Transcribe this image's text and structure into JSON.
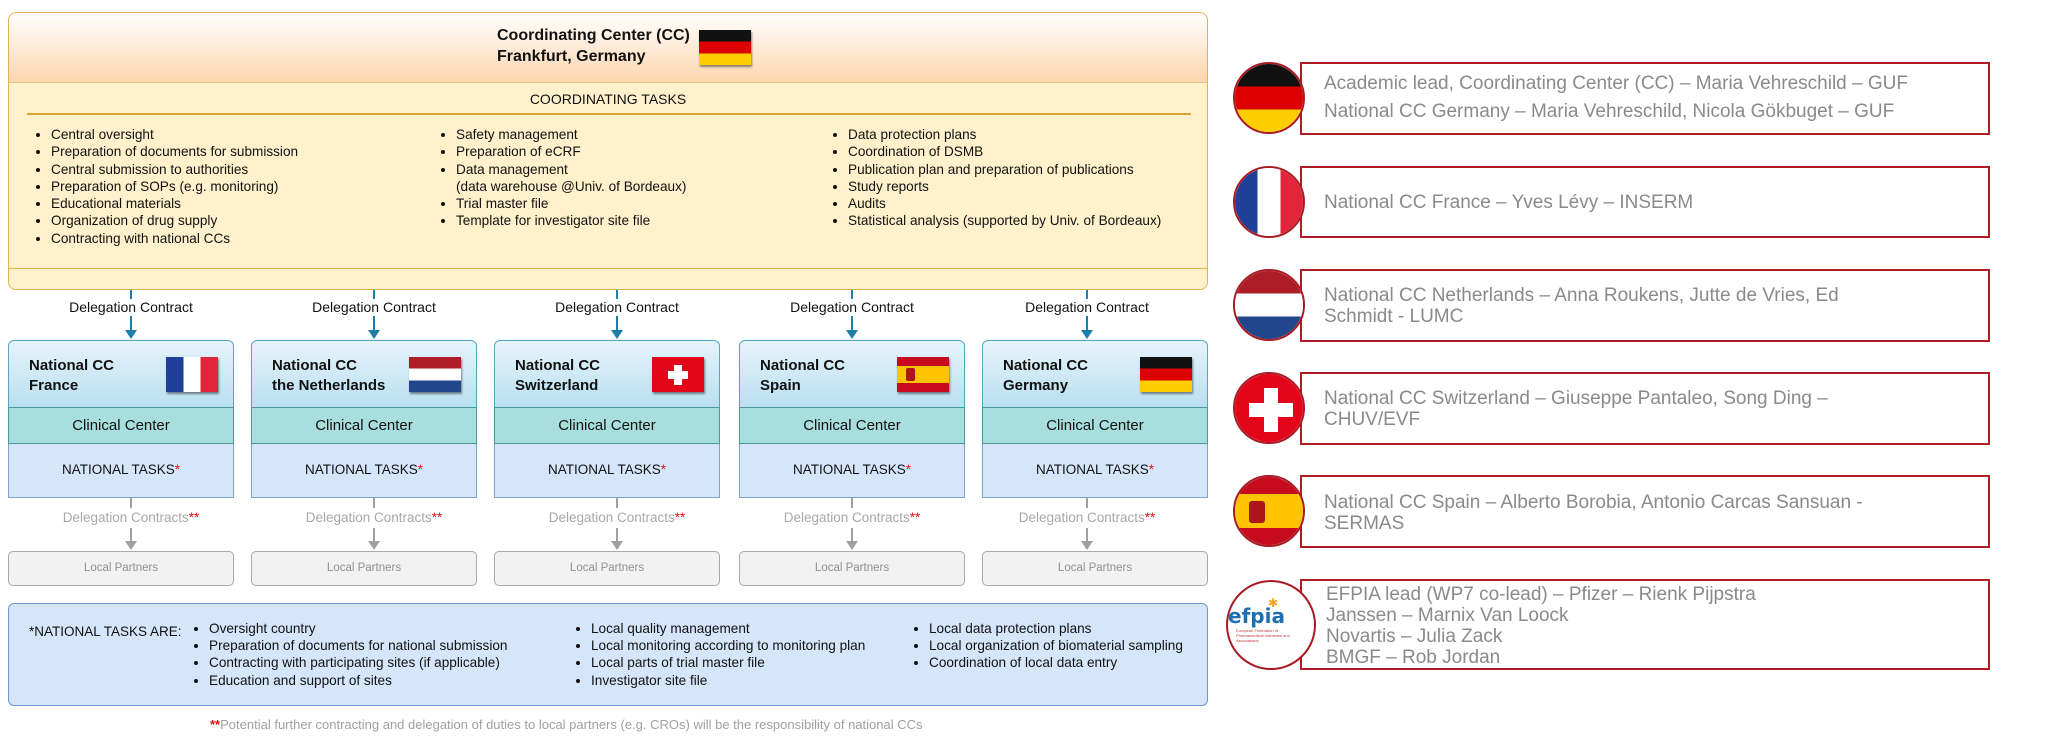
{
  "coordinating_center": {
    "title_line1": "Coordinating Center (CC)",
    "title_line2": "Frankfurt, Germany",
    "flag_icon": "germany-flag-icon",
    "tasks_title": "COORDINATING TASKS",
    "tasks_col1": [
      "Central oversight",
      "Preparation of documents for submission",
      "Central submission to authorities",
      "Preparation of SOPs (e.g. monitoring)",
      "Educational materials",
      "Organization of drug supply",
      "Contracting with national CCs"
    ],
    "tasks_col2": [
      "Safety management",
      "Preparation of eCRF",
      "Data management",
      "(data warehouse @Univ. of Bordeaux)",
      "Trial master file",
      "Template for investigator site file"
    ],
    "tasks_col3": [
      "Data protection plans",
      "Coordination of DSMB",
      "Publication plan and preparation of publications",
      "Study reports",
      "Audits",
      "Statistical analysis (supported by Univ. of Bordeaux)"
    ]
  },
  "delegation_label": "Delegation Contract",
  "national_ccs": [
    {
      "line1": "National CC",
      "line2": "France",
      "flag_icon": "france-flag-icon"
    },
    {
      "line1": "National CC",
      "line2": "the Netherlands",
      "flag_icon": "netherlands-flag-icon"
    },
    {
      "line1": "National CC",
      "line2": "Switzerland",
      "flag_icon": "switzerland-flag-icon"
    },
    {
      "line1": "National CC",
      "line2": "Spain",
      "flag_icon": "spain-flag-icon"
    },
    {
      "line1": "National CC",
      "line2": "Germany",
      "flag_icon": "germany-flag-icon"
    }
  ],
  "clinical_center_label": "Clinical Center",
  "national_tasks_label": "NATIONAL TASKS",
  "single_star": "*",
  "delegation_contracts_label": "Delegation Contracts",
  "double_star": "**",
  "local_partners_label": "Local Partners",
  "national_tasks_box": {
    "label": "*NATIONAL TASKS ARE:",
    "col1": [
      "Oversight country",
      "Preparation of documents for national submission",
      "Contracting with participating sites (if applicable)",
      "Education and support of sites"
    ],
    "col2": [
      "Local quality management",
      "Local monitoring according to monitoring plan",
      "Local parts of trial master file",
      "Investigator site file"
    ],
    "col3": [
      "Local data protection plans",
      "Local organization of biomaterial sampling",
      "Coordination of local data entry"
    ]
  },
  "footnote": {
    "stars": "**",
    "text": "Potential further contracting and delegation of duties to local partners (e.g. CROs) will be the responsibility of national CCs"
  },
  "leads": [
    {
      "icon": "germany-flag-icon",
      "lines": [
        "Academic lead, Coordinating Center (CC) – Maria Vehreschild – GUF",
        "National CC Germany – Maria Vehreschild, Nicola Gökbuget – GUF"
      ]
    },
    {
      "icon": "france-flag-icon",
      "lines": [
        "National CC France – Yves Lévy – INSERM"
      ]
    },
    {
      "icon": "netherlands-flag-icon",
      "lines": [
        "National CC Netherlands – Anna Roukens, Jutte de Vries, Ed",
        "Schmidt - LUMC"
      ]
    },
    {
      "icon": "switzerland-flag-icon",
      "lines": [
        "National CC Switzerland – Giuseppe Pantaleo, Song Ding –",
        "CHUV/EVF"
      ]
    },
    {
      "icon": "spain-flag-icon",
      "lines": [
        "National CC Spain – Alberto Borobia, Antonio Carcas Sansuan -",
        "SERMAS"
      ]
    },
    {
      "icon": "efpia-logo-icon",
      "lines": [
        "EFPIA lead (WP7 co-lead) – Pfizer – Rienk Pijpstra",
        "Janssen – Marnix Van Loock",
        "Novartis – Julia Zack",
        "BMGF – Rob Jordan"
      ]
    }
  ],
  "efpia_logo": {
    "word": "efpia",
    "subtitle": "European Federation of Pharmaceutical Industries and Associations"
  }
}
